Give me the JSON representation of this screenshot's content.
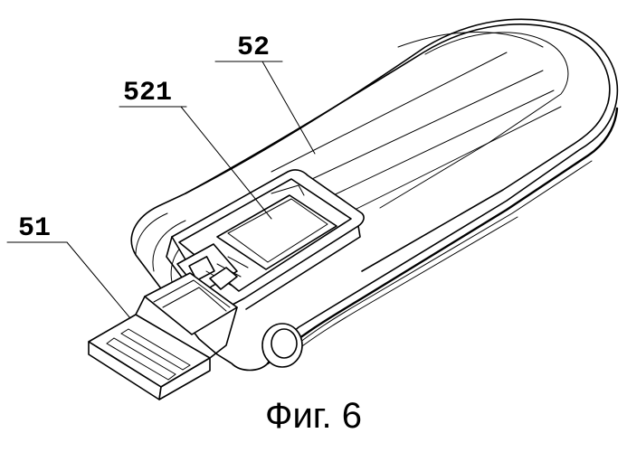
{
  "labels": {
    "body": "52",
    "window": "521",
    "connector": "51"
  },
  "caption": "Фиг. 6",
  "colors": {
    "ink": "#000000",
    "paper": "#ffffff"
  }
}
